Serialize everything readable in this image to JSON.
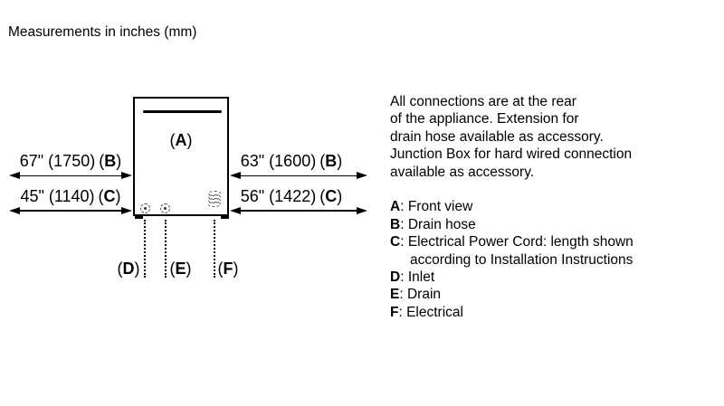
{
  "title": "Measurements in inches (mm)",
  "colors": {
    "ink": "#000000",
    "background": "#ffffff",
    "port_stroke": "#555555"
  },
  "diagram": {
    "paren_open": "(",
    "paren_close": ")",
    "front_view_letter": "A",
    "measurements": {
      "left_top": {
        "value": "67\" (1750)",
        "ref": "B"
      },
      "left_bottom": {
        "value": "45\" (1140)",
        "ref": "C"
      },
      "right_top": {
        "value": "63\" (1600)",
        "ref": "B"
      },
      "right_bottom": {
        "value": "56\" (1422)",
        "ref": "C"
      }
    },
    "connections": {
      "inlet": {
        "letter": "D"
      },
      "drain": {
        "letter": "E"
      },
      "electrical": {
        "letter": "F"
      }
    }
  },
  "info": {
    "sep": ": ",
    "paragraph_lines": [
      "All connections are at the rear",
      "of the appliance. Extension for",
      "drain hose available as accessory.",
      "Junction Box for hard wired connection",
      "available as accessory."
    ],
    "legend": [
      {
        "key": "A",
        "text": "Front view"
      },
      {
        "key": "B",
        "text": "Drain hose"
      },
      {
        "key": "C",
        "text": "Electrical Power Cord: length shown"
      },
      {
        "cont": "according to Installation Instructions"
      },
      {
        "key": "D",
        "text": "Inlet"
      },
      {
        "key": "E",
        "text": "Drain"
      },
      {
        "key": "F",
        "text": "Electrical"
      }
    ]
  }
}
